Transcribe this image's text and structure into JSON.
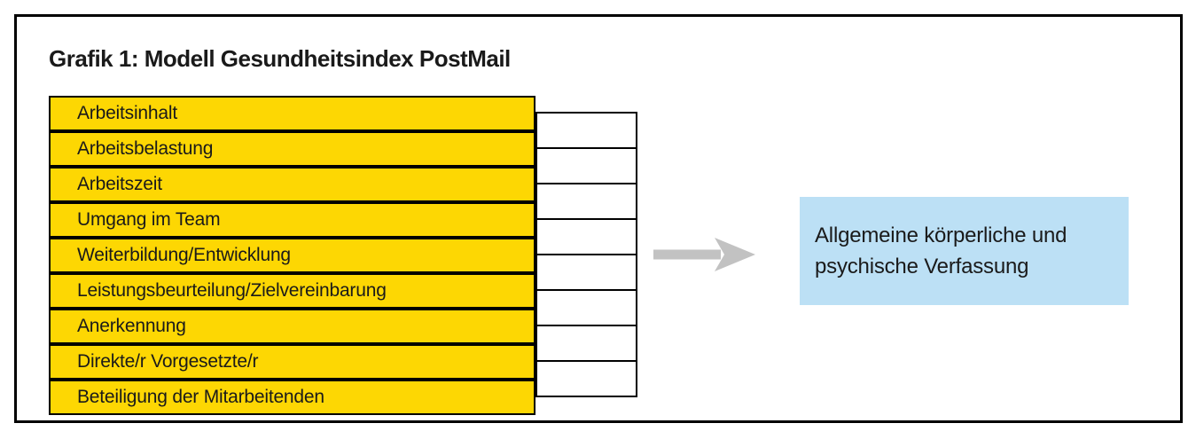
{
  "title": "Grafik 1: Modell Gesundheitsindex PostMail",
  "factors": [
    "Arbeitsinhalt",
    "Arbeitsbelastung",
    "Arbeitszeit",
    "Umgang im Team",
    "Weiterbildung/Entwicklung",
    "Leistungsbeurteilung/Zielvereinbarung",
    "Anerkennung",
    "Direkte/r Vorgesetzte/r",
    "Beteiligung der Mitarbeitenden"
  ],
  "score_column": {
    "cell_count": 8
  },
  "arrow": {
    "icon": "right-arrow-icon",
    "direction": "right"
  },
  "result_box": {
    "lines": [
      "Allgemeine körperliche und",
      "psychische Verfassung"
    ]
  },
  "colors": {
    "factor_yellow": "#FDD703",
    "result_blue": "#BCE0F5",
    "arrow_gray": "#C2C2C2",
    "border_black": "#000000",
    "text_black": "#1A1A1A"
  }
}
